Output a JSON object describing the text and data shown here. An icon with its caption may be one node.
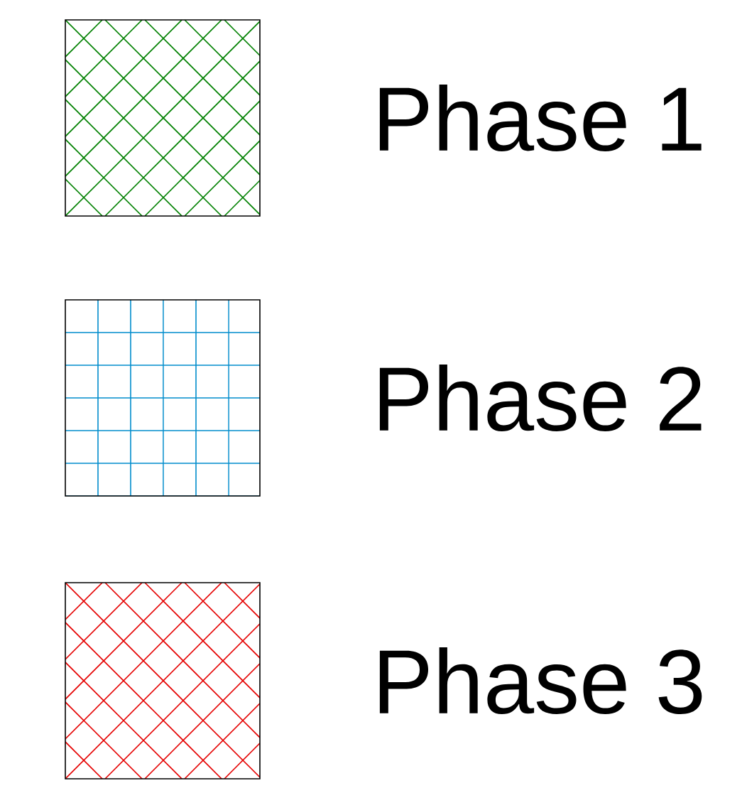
{
  "diagram": {
    "legend": [
      {
        "text": "Phase 1"
      },
      {
        "text": "Phase 2"
      },
      {
        "text": "Phase 3"
      }
    ]
  }
}
